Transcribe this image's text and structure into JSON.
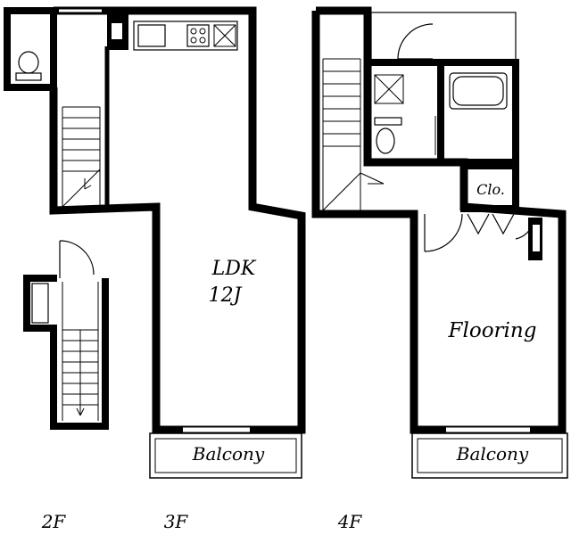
{
  "floors": {
    "f2": {
      "label": "2F"
    },
    "f3": {
      "label": "3F"
    },
    "f4": {
      "label": "4F"
    }
  },
  "rooms": {
    "ldk_name": "LDK",
    "ldk_size": "12J",
    "flooring": "Flooring",
    "closet": "Clo.",
    "balcony_3f": "Balcony",
    "balcony_4f": "Balcony"
  },
  "colors": {
    "wall": "#000000",
    "line": "#000000",
    "background": "#ffffff"
  }
}
